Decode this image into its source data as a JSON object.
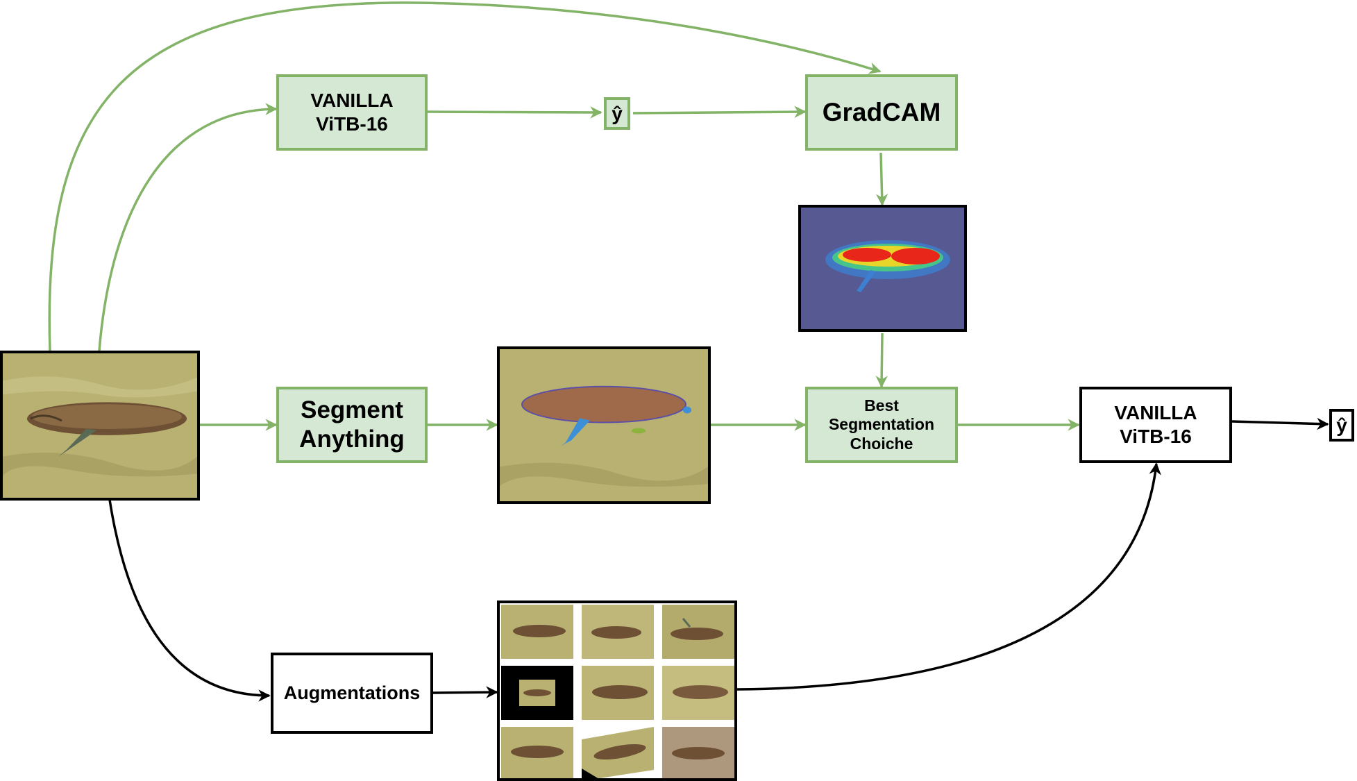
{
  "nodes": {
    "vit_top": {
      "line1": "VANILLA",
      "line2": "ViTB-16"
    },
    "yhat_top": "ŷ",
    "gradcam": "GradCAM",
    "segment_anything": {
      "line1": "Segment",
      "line2": "Anything"
    },
    "best_seg": {
      "line1": "Best",
      "line2": "Segmentation",
      "line3": "Choiche"
    },
    "vit_right": {
      "line1": "VANILLA",
      "line2": "ViTB-16"
    },
    "yhat_right": "ŷ",
    "augmentations": "Augmentations"
  },
  "images": {
    "input": "sea-turtle-photo",
    "gradcam_heatmap": "gradcam-heatmap-overlay",
    "segmented": "segment-anything-mask-overlay",
    "augmentation_grid": "augmentation-grid-3x3"
  },
  "colors": {
    "green_edge": "#82b366",
    "green_fill": "#d5e8d4",
    "black_edge": "#000000",
    "sand": "#b8b070",
    "shell": "#6e5035",
    "heat_red": "#e8261a",
    "heat_blue": "#3a3f8c",
    "mask_brown": "#9e6a4a",
    "mask_blue": "#3d8fd6"
  }
}
